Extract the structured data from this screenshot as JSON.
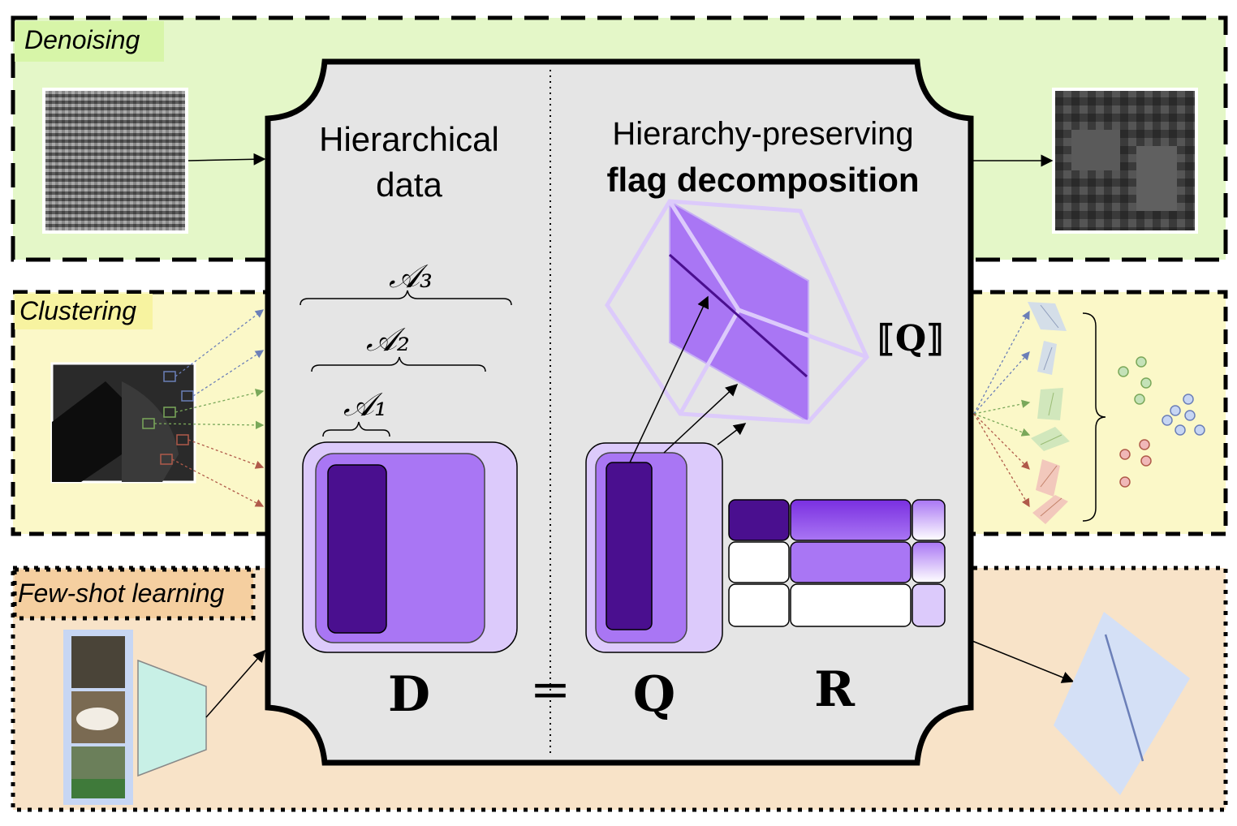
{
  "panels": {
    "denoising": {
      "label": "Denoising",
      "color": "#e4f7c8",
      "tag_color": "#d7f5a8"
    },
    "clustering": {
      "label": "Clustering",
      "color": "#fbf8c8",
      "tag_color": "#f7f3a0"
    },
    "fewshot": {
      "label": "Few-shot learning",
      "color": "#f8e3c8",
      "tag_color": "#f5cfa0"
    }
  },
  "center": {
    "left_title_line1": "Hierarchical",
    "left_title_line2": "data",
    "right_title_line1": "Hierarchy-preserving",
    "right_title_line2": "flag decomposition",
    "brace_a3": "𝒜₃",
    "brace_a2": "𝒜₂",
    "brace_a1": "𝒜₁",
    "matrix_d": "D",
    "equals": "=",
    "matrix_q": "Q",
    "matrix_r": "R",
    "flag_label": "⟦Q⟧"
  },
  "colors": {
    "purple_dark": "#4a0f8f",
    "purple_mid": "#a976f4",
    "purple_light": "#dccafb",
    "center_bg": "#e5e5e5"
  }
}
